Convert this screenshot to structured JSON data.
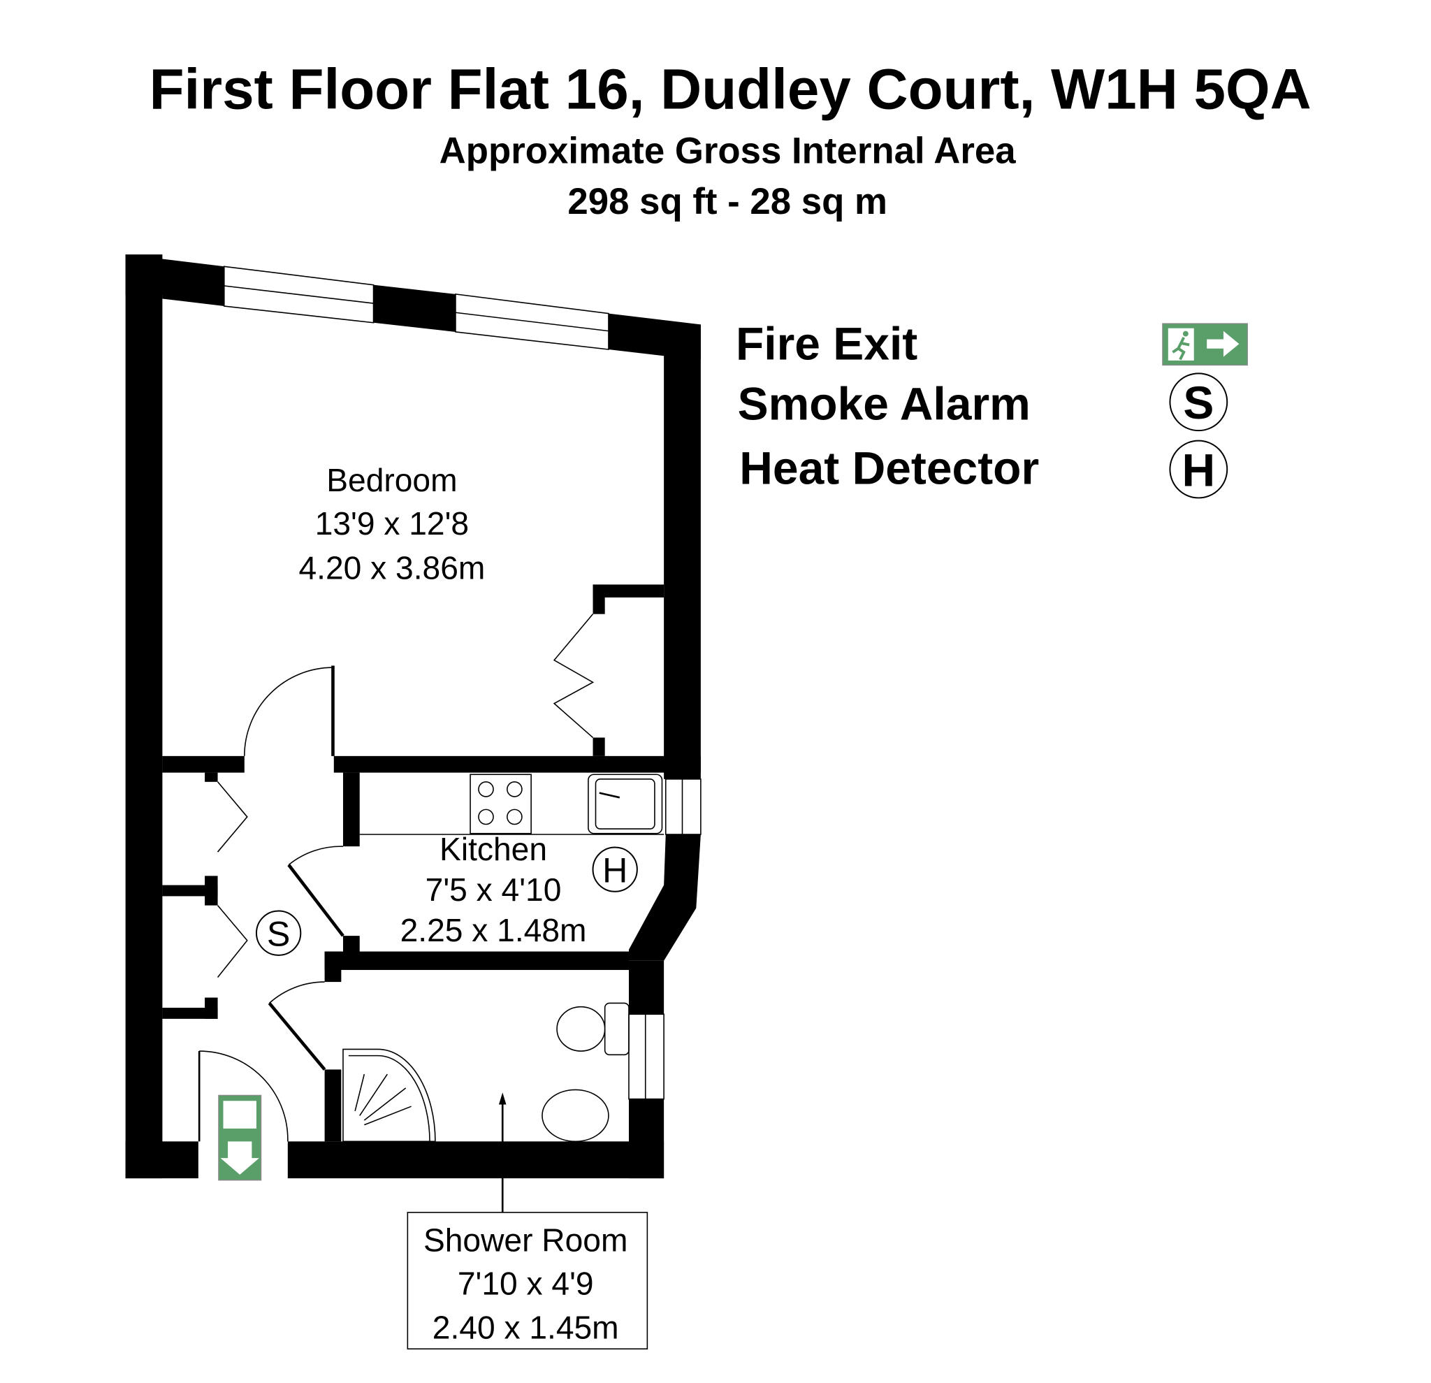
{
  "header": {
    "title": "First Floor Flat 16, Dudley Court, W1H 5QA",
    "subtitle": "Approximate Gross Internal Area",
    "area": "298 sq ft - 28 sq m"
  },
  "rooms": {
    "bedroom": {
      "name": "Bedroom",
      "imperial": "13'9 x 12'8",
      "metric": "4.20 x 3.86m"
    },
    "kitchen": {
      "name": "Kitchen",
      "imperial": "7'5 x 4'10",
      "metric": "2.25 x 1.48m"
    },
    "shower": {
      "name": "Shower Room",
      "imperial": "7'10 x 4'9",
      "metric": "2.40 x 1.45m"
    }
  },
  "symbols": {
    "smoke": "S",
    "heat": "H"
  },
  "legend": {
    "fire_exit": "Fire Exit",
    "smoke_alarm": "Smoke Alarm",
    "heat_detector": "Heat Detector"
  },
  "colors": {
    "sign_green": "#5a9e6a",
    "wall": "#000000"
  }
}
